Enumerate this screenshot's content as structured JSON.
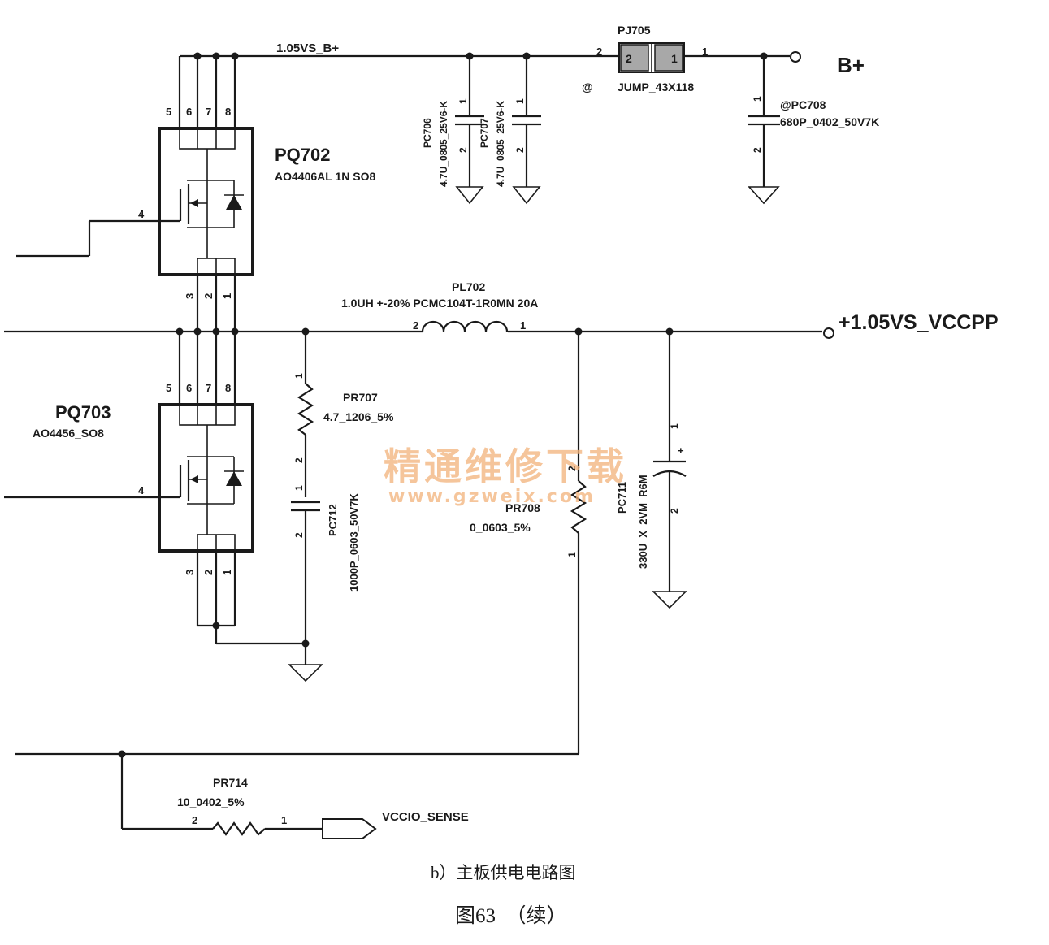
{
  "nets": {
    "b_plus_rail": "1.05VS_B+",
    "b_plus_port": "B+",
    "vccpp_port": "+1.05VS_VCCPP",
    "sense_port": "VCCIO_SENSE"
  },
  "components": {
    "pq702": {
      "ref": "PQ702",
      "value": "AO4406AL 1N SO8",
      "pins_top": [
        "5",
        "6",
        "7",
        "8"
      ],
      "pin_gate": "4",
      "pins_bottom": [
        "3",
        "2",
        "1"
      ]
    },
    "pq703": {
      "ref": "PQ703",
      "value": "AO4456_SO8",
      "pins_top": [
        "5",
        "6",
        "7",
        "8"
      ],
      "pin_gate": "4",
      "pins_bottom": [
        "3",
        "2",
        "1"
      ]
    },
    "pc706": {
      "ref": "PC706",
      "value": "4.7U_0805_25V6-K",
      "pin1": "1",
      "pin2": "2"
    },
    "pc707": {
      "ref": "PC707",
      "value": "4.7U_0805_25V6-K",
      "pin1": "1",
      "pin2": "2"
    },
    "pj705": {
      "ref": "PJ705",
      "value": "JUMP_43X118",
      "at": "@",
      "pin_left": "2",
      "pin_right": "1",
      "inner_left": "2",
      "inner_right": "1"
    },
    "pc708": {
      "ref": "@PC708",
      "value": "680P_0402_50V7K",
      "pin1": "1",
      "pin2": "2"
    },
    "pl702": {
      "ref": "PL702",
      "value": "1.0UH +-20% PCMC104T-1R0MN 20A",
      "pin_left": "2",
      "pin_right": "1"
    },
    "pr707": {
      "ref": "PR707",
      "value": "4.7_1206_5%",
      "pin1": "1",
      "pin2": "2"
    },
    "pc712": {
      "ref": "PC712",
      "value": "1000P_0603_50V7K",
      "pin1": "1",
      "pin2": "2"
    },
    "pr708": {
      "ref": "PR708",
      "value": "0_0603_5%",
      "pin_top": "2",
      "pin_bottom": "1"
    },
    "pc711": {
      "ref": "PC711",
      "value": "330U_X_2VM_R6M",
      "pin1": "1",
      "pin2": "2",
      "polarity": "+"
    },
    "pr714": {
      "ref": "PR714",
      "value": "10_0402_5%",
      "pin_left": "2",
      "pin_right": "1"
    }
  },
  "watermark": {
    "line1": "精通维修下载",
    "line2": "www.gzweix.com"
  },
  "caption": {
    "sub": "b）主板供电电路图",
    "figure": "图63　（续）"
  }
}
